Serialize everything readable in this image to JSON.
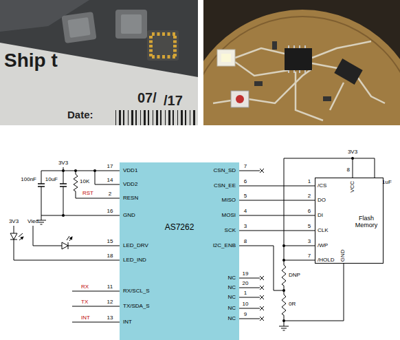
{
  "diagram": {
    "nodes": [
      {
        "text": [
          "AS7262"
        ]
      },
      {
        "text": [
          "Flash Memory"
        ]
      }
    ],
    "edges": [
      {
        "from": 0,
        "to": 1,
        "arrow": "none"
      },
      {
        "from": 0,
        "to": 1,
        "arrow": "none"
      },
      {
        "from": 0,
        "to": 1,
        "arrow": "none"
      },
      {
        "from": 0,
        "to": 1,
        "arrow": "none"
      }
    ],
    "labels": [
      "Ship t",
      "Date:",
      "07/",
      "/17",
      "3V3",
      "100nF",
      "10uF",
      "10K",
      "RST",
      "17",
      "VDD1",
      "14",
      "VDD2",
      "2",
      "RESN",
      "16",
      "GND",
      "3V3",
      "Vled",
      "15",
      "LED_DRV",
      "18",
      "LED_IND",
      "RX",
      "11",
      "RX/SCL_S",
      "TX",
      "12",
      "TX/SDA_S",
      "INT",
      "13",
      "INT",
      "CSN_SD",
      "7",
      "CSN_EE",
      "6",
      "MISO",
      "5",
      "MOSI",
      "4",
      "SCK",
      "3",
      "I2C_ENB",
      "8",
      "NC",
      "19",
      "NC",
      "20",
      "NC",
      "1",
      "NC",
      "10",
      "NC",
      "9",
      "3V3",
      "1uF",
      "8",
      "VCC",
      "1",
      "/CS",
      "2",
      "DO",
      "6",
      "DI",
      "5",
      "CLK",
      "3",
      "/WP",
      "7",
      "/HOLD",
      "GND",
      "DNP",
      "0R"
    ]
  }
}
